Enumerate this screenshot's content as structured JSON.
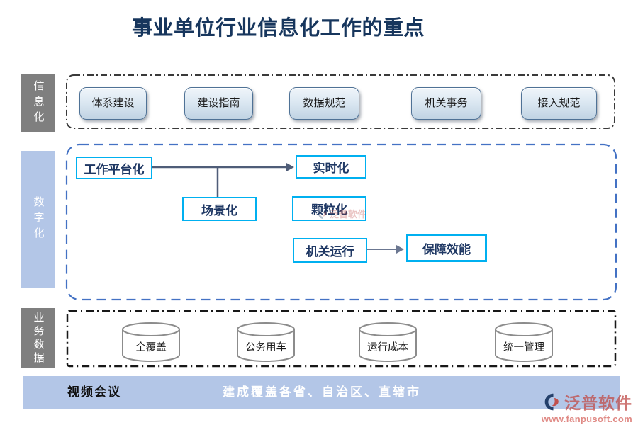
{
  "title": "事业单位行业信息化工作的重点",
  "sidebar": {
    "items": [
      {
        "label": "信息化"
      },
      {
        "label": "数字化"
      },
      {
        "label": "业务数据"
      }
    ]
  },
  "informatization_row": {
    "buttons": [
      {
        "label": "体系建设"
      },
      {
        "label": "建设指南"
      },
      {
        "label": "数据规范"
      },
      {
        "label": "机关事务"
      },
      {
        "label": "接入规范"
      }
    ]
  },
  "digitalization_flow": {
    "nodes": [
      {
        "label": "工作平台化"
      },
      {
        "label": "实时化"
      },
      {
        "label": "场景化"
      },
      {
        "label": "颗粒化"
      },
      {
        "label": "机关运行"
      },
      {
        "label": "保障效能"
      }
    ]
  },
  "business_data_row": {
    "cylinders": [
      {
        "label": "全覆盖"
      },
      {
        "label": "公务用车"
      },
      {
        "label": "运行成本"
      },
      {
        "label": "统一管理"
      }
    ]
  },
  "bottom_bar": {
    "left_label": "视频会议",
    "message": "建成覆盖各省、自治区、直辖市"
  },
  "brand": {
    "name": "泛普软件",
    "website": "www.fanpusoft.com"
  },
  "colors": {
    "title_navy": "#17365D",
    "node_border_cyan": "#00B0F0",
    "node_text_navy": "#1F3864",
    "sidebar_gray": "#7F7F7F",
    "light_blue": "#B3C6E7",
    "section_border_blue": "#4472C4",
    "connector_slate": "#4F5D78",
    "brand_red": "#C0504D"
  }
}
